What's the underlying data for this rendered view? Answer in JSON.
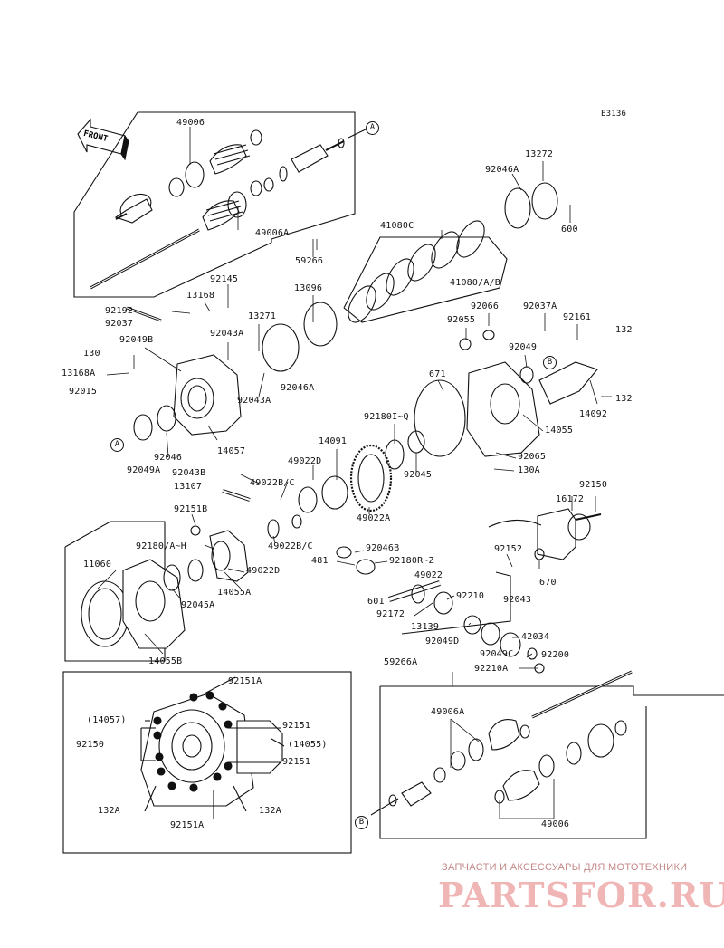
{
  "figure_code": "E3136",
  "front_label": "FRONT",
  "refs": {
    "a": "A",
    "b": "B"
  },
  "parts": {
    "p49006_top": "49006",
    "p49006a_top": "49006A",
    "p59266": "59266",
    "p13272": "13272",
    "p92046a_top": "92046A",
    "p600": "600",
    "p41080c": "41080C",
    "p41080abb": "41080/A/B",
    "p92145": "92145",
    "p13168": "13168",
    "p92192": "92192",
    "p92037": "92037",
    "p92043a_1": "92043A",
    "p13271": "13271",
    "p13096": "13096",
    "p130": "130",
    "p92049b": "92049B",
    "p13168a": "13168A",
    "p92015": "92015",
    "p92046a_mid": "92046A",
    "p92043a_2": "92043A",
    "p92066": "92066",
    "p92055": "92055",
    "p92037a": "92037A",
    "p92161": "92161",
    "p132_top": "132",
    "p92049": "92049",
    "p671": "671",
    "p132_bot": "132",
    "p14092": "14092",
    "p92180iq": "92180I~Q",
    "p14055": "14055",
    "p92046": "92046",
    "p14057": "14057",
    "p92049a": "92049A",
    "p14091": "14091",
    "p92045": "92045",
    "p92065": "92065",
    "p130a": "130A",
    "p92043b": "92043B",
    "p49022d_1": "49022D",
    "p13107": "13107",
    "p49022bc_1": "49022B/C",
    "p49022a": "49022A",
    "p92150_top": "92150",
    "p16172": "16172",
    "p92151b": "92151B",
    "p92180ah": "92180/A~H",
    "p49022bc_2": "49022B/C",
    "p92046b": "92046B",
    "p481": "481",
    "p92180rz": "92180R~Z",
    "p11060": "11060",
    "p49022d_2": "49022D",
    "p92152": "92152",
    "p670": "670",
    "p49022": "49022",
    "p14055a": "14055A",
    "p92045a": "92045A",
    "p601": "601",
    "p92210": "92210",
    "p92043": "92043",
    "p92172": "92172",
    "p13139": "13139",
    "p42034": "42034",
    "p14055b": "14055B",
    "p92049d": "92049D",
    "p92049c": "92049C",
    "p92200": "92200",
    "p59266a": "59266A",
    "p92210a": "92210A",
    "p92151a_top": "92151A",
    "p14057_paren": "(14057)",
    "p92151_1": "92151",
    "p92150_bot": "92150",
    "p14055_paren": "(14055)",
    "p92151_2": "92151",
    "p132a_l": "132A",
    "p132a_r": "132A",
    "p92151a_bot": "92151A",
    "p49006a_bot": "49006A",
    "p49006_bot": "49006"
  },
  "watermark": {
    "line1": "ЗАПЧАСТИ И АКСЕССУАРЫ ДЛЯ МОТОТЕХНИКИ",
    "line2": "PARTSFOR.RU"
  }
}
